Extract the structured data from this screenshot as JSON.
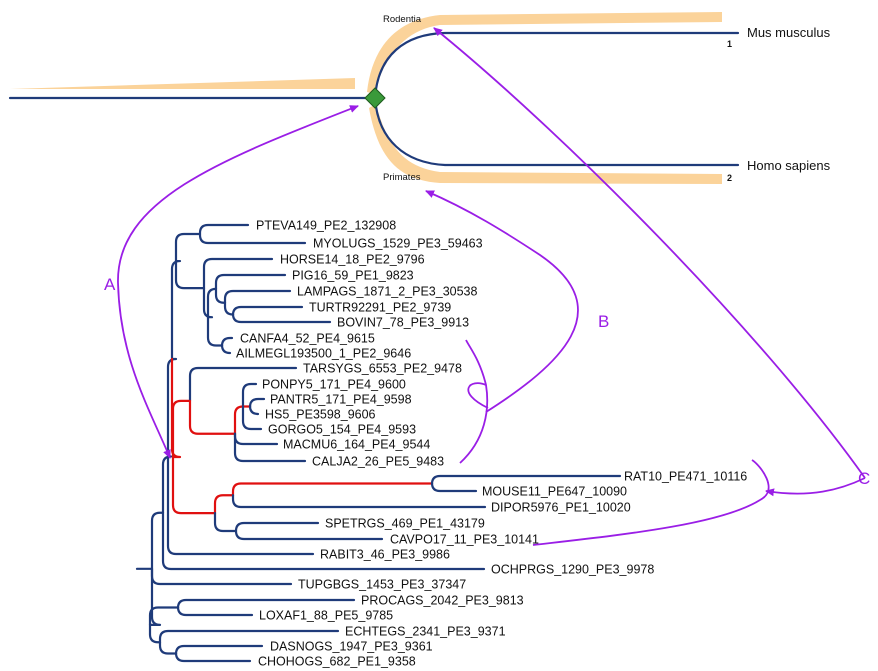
{
  "colors": {
    "branch": "#1f3b7a",
    "highlight": "#e01010",
    "annotation": "#9a1ee6",
    "band": "#fbd39a",
    "node": "#3a9a3a"
  },
  "species_tree": {
    "clade_top": "Rodentia",
    "clade_bottom": "Primates",
    "species_top": "Mus musculus",
    "species_bottom": "Homo sapiens",
    "index_top": "1",
    "index_bottom": "2"
  },
  "gene_tree": {
    "leaves": [
      "PTEVA149_PE2_132908",
      "MYOLUGS_1529_PE3_59463",
      "HORSE14_18_PE2_9796",
      "PIG16_59_PE1_9823",
      "LAMPAGS_1871_2_PE3_30538",
      "TURTR92291_PE2_9739",
      "BOVIN7_78_PE3_9913",
      "CANFA4_52_PE4_9615",
      "AILMEGL193500_1_PE2_9646",
      "TARSYGS_6553_PE2_9478",
      "PONPY5_171_PE4_9600",
      "PANTR5_171_PE4_9598",
      "HS5_PE3598_9606",
      "GORGO5_154_PE4_9593",
      "MACMU6_164_PE4_9544",
      "CALJA2_26_PE5_9483",
      "RAT10_PE471_10116",
      "MOUSE11_PE647_10090",
      "DIPOR5976_PE1_10020",
      "SPETRGS_469_PE1_43179",
      "CAVPO17_11_PE3_10141",
      "RABIT3_46_PE3_9986",
      "OCHPRGS_1290_PE3_9978",
      "TUPGBGS_1453_PE3_37347",
      "PROCAGS_2042_PE3_9813",
      "LOXAF1_88_PE5_9785",
      "ECHTEGS_2341_PE3_9371",
      "DASNOGS_1947_PE3_9361",
      "CHOHOGS_682_PE1_9358"
    ]
  },
  "annotations": {
    "a": "A",
    "b": "B",
    "c": "C"
  }
}
